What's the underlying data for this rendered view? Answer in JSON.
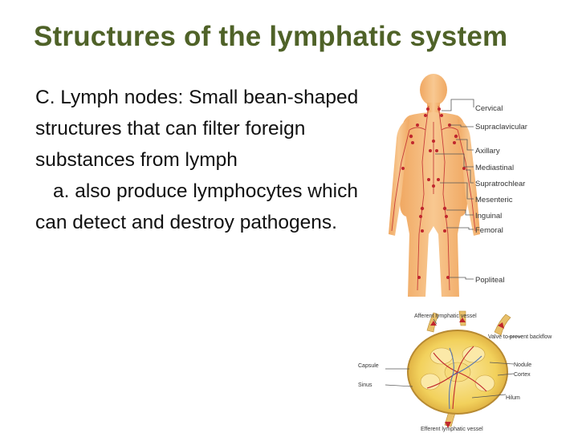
{
  "slide": {
    "title": "Structures of the lymphatic system",
    "point": "C. Lymph nodes: Small bean-shaped structures that can filter foreign substances from lymph",
    "subpoint": "a. also produce lymphocytes which can detect and destroy pathogens."
  },
  "body_figure": {
    "labels": [
      "Cervical",
      "Supraclavicular",
      "Axillary",
      "Mediastinal",
      "Supratrochlear",
      "Mesenteric",
      "Inguinal",
      "Femoral",
      "Popliteal"
    ]
  },
  "node_figure": {
    "labels": {
      "afferent": "Afferent lymphatic vessel",
      "valve": "Valve to prevent backflow",
      "capsule": "Capsule",
      "sinus": "Sinus",
      "nodule": "Nodule",
      "cortex": "Cortex",
      "hilum": "Hilum",
      "efferent": "Efferent lymphatic vessel"
    }
  },
  "colors": {
    "title": "#4f6228",
    "skin": "#f4b97c",
    "node_red": "#c0272d",
    "node_yellow": "#f2d15c"
  }
}
